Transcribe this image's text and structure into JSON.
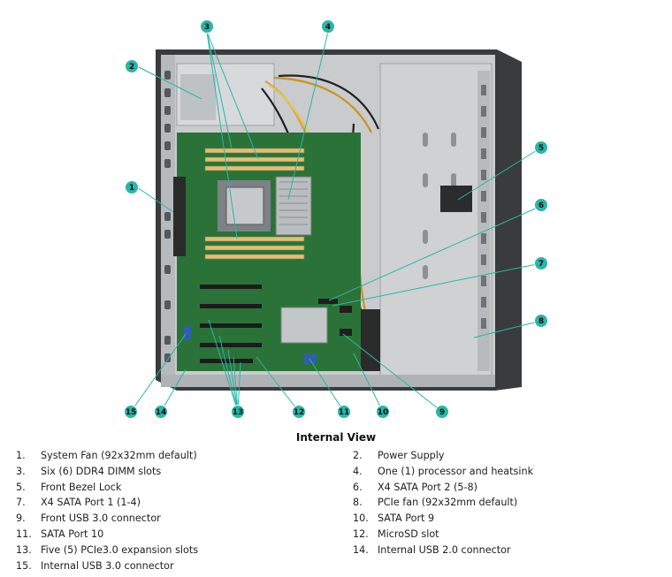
{
  "caption": "Internal View",
  "callouts": [
    "1",
    "2",
    "3",
    "4",
    "5",
    "6",
    "7",
    "8",
    "9",
    "10",
    "11",
    "12",
    "13",
    "14",
    "15"
  ],
  "legend": {
    "left": [
      {
        "num": "1.",
        "text": "System Fan (92x32mm default)"
      },
      {
        "num": "3.",
        "text": "Six (6) DDR4 DIMM slots"
      },
      {
        "num": "5.",
        "text": "Front Bezel Lock"
      },
      {
        "num": "7.",
        "text": "X4 SATA Port 1 (1-4)"
      },
      {
        "num": "9.",
        "text": "Front USB 3.0 connector"
      },
      {
        "num": "11.",
        "text": "SATA Port 10"
      },
      {
        "num": "13.",
        "text": "Five (5) PCIe3.0 expansion slots"
      },
      {
        "num": "15.",
        "text": "Internal USB 3.0 connector"
      }
    ],
    "right": [
      {
        "num": "2.",
        "text": "Power Supply"
      },
      {
        "num": "4.",
        "text": "One (1) processor and heatsink"
      },
      {
        "num": "6.",
        "text": "X4 SATA Port 2 (5-8)"
      },
      {
        "num": "8.",
        "text": "PCIe fan (92x32mm default)"
      },
      {
        "num": "10.",
        "text": "SATA Port 9"
      },
      {
        "num": "12.",
        "text": "MicroSD slot"
      },
      {
        "num": "14.",
        "text": "Internal USB 2.0 connector"
      }
    ]
  },
  "colors": {
    "callout_fill": "#2bb5a8",
    "leader_line": "#2bb5a8",
    "chassis": "#c9cbcd",
    "chassis_dark": "#3a3b3d",
    "motherboard": "#2f7a3e",
    "dimm": "#d9c27a",
    "heatsink": "#b9bdc0"
  }
}
